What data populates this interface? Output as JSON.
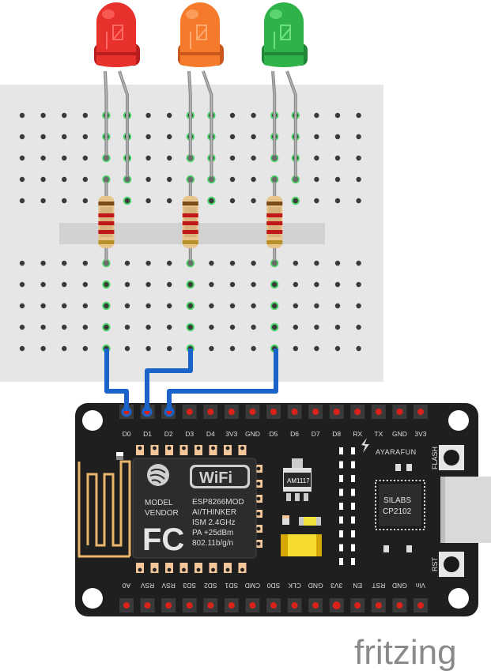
{
  "leds": [
    {
      "color_name": "red",
      "body": "#e8302c",
      "dark": "#b81e1b",
      "light": "#ff6b64"
    },
    {
      "color_name": "orange",
      "body": "#f57a2c",
      "dark": "#c9581a",
      "light": "#ffab70"
    },
    {
      "color_name": "green",
      "body": "#2fb24a",
      "dark": "#1f8735",
      "light": "#6ee283"
    }
  ],
  "colors": {
    "breadboard": "#e6e6e6",
    "breadboard_channel": "#d2d2d2",
    "hole": "#3a3a3a",
    "hole_active": "#4cd46a",
    "wire": "#1a63c9",
    "board": "#1f1f1f",
    "gold": "#f3c79a",
    "pin_led": "#d9231a",
    "fritzing_text": "#8a8a8a"
  },
  "board": {
    "top_pins": [
      "D0",
      "D1",
      "D2",
      "D3",
      "D4",
      "3V3",
      "GND",
      "D5",
      "D6",
      "D7",
      "D8",
      "RX",
      "TX",
      "GND",
      "3V3"
    ],
    "bottom_pins": [
      "A0",
      "RSV",
      "RSV",
      "SD3",
      "SD2",
      "SD1",
      "CMD",
      "SD0",
      "CLK",
      "GND",
      "3V3",
      "EN",
      "RST",
      "GND",
      "Vin"
    ],
    "brand": "AYARAFUN",
    "flash_label": "FLASH",
    "rst_label": "RST",
    "regulator": "AM1117",
    "usb_chip": [
      "SILABS",
      "CP2102"
    ],
    "module": {
      "wifi": "WiFi",
      "left_lines": [
        "MODEL",
        "VENDOR"
      ],
      "fc": "FC",
      "right_lines": [
        "ESP8266MOD",
        "AI/THINKER",
        "ISM 2.4GHz",
        "PA +25dBm",
        "802.11b/g/n"
      ]
    }
  },
  "footer": {
    "logo": "fritzing"
  }
}
